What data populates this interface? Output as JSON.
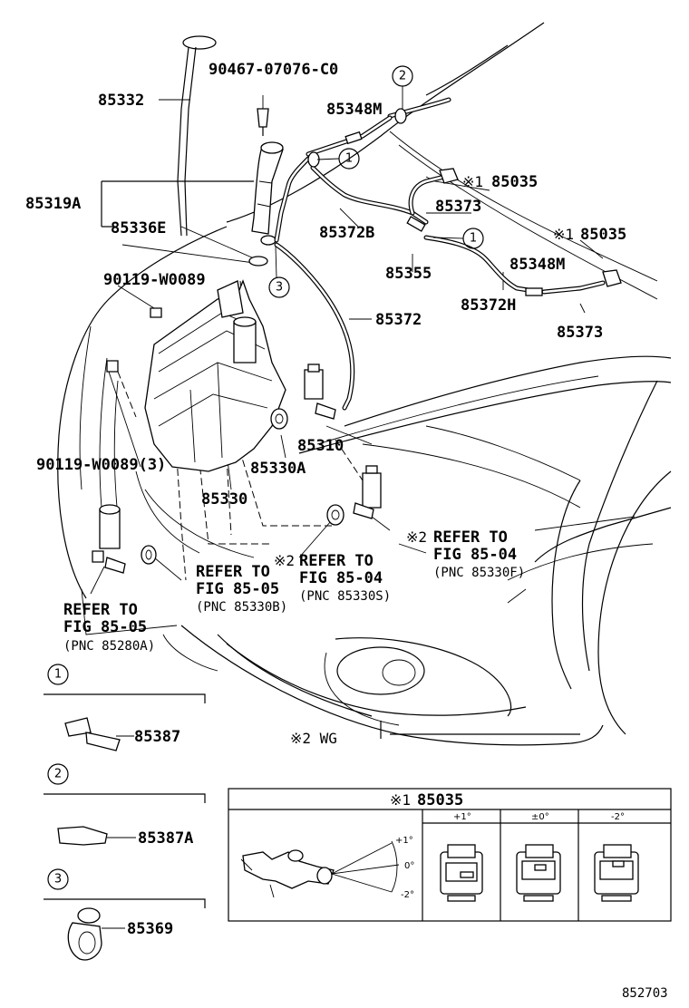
{
  "diagram": {
    "labels": {
      "p85332": "85332",
      "p90467": "90467-07076-C0",
      "p85319A": "85319A",
      "p85336E": "85336E",
      "p85348M_a": "85348M",
      "p85348M_b": "85348M",
      "p85035_a": "85035",
      "p85035_b": "85035",
      "p85373_a": "85373",
      "p85373_b": "85373",
      "p85372B": "85372B",
      "p85355": "85355",
      "p85372H": "85372H",
      "p85372": "85372",
      "p90119_a": "90119-W0089",
      "p90119_b": "90119-W0089(3)",
      "p85310": "85310",
      "p85330A": "85330A",
      "p85330": "85330",
      "ref_85330F": {
        "line1": "REFER TO",
        "line2": "FIG 85-04",
        "line3": "(PNC 85330F)",
        "note": "※2"
      },
      "ref_85330S": {
        "line1": "REFER TO",
        "line2": "FIG 85-04",
        "line3": "(PNC 85330S)",
        "note": "※2"
      },
      "ref_85330B": {
        "line1": "REFER TO",
        "line2": "FIG 85-05",
        "line3": "(PNC 85330B)"
      },
      "ref_85280A": {
        "line1": "REFER TO",
        "line2": "FIG 85-05",
        "line3": "(PNC 85280A)"
      },
      "mark1": "※1",
      "mark1b": "※1",
      "note_wg": "※2 WG",
      "circle1": "1",
      "circle2": "2",
      "circle3": "3"
    },
    "legend": {
      "items": [
        {
          "circle": "1",
          "part": "85387"
        },
        {
          "circle": "2",
          "part": "85387A"
        },
        {
          "circle": "3",
          "part": "85369"
        }
      ]
    },
    "inset": {
      "title_mark": "※1",
      "title_part": "85035",
      "columns": [
        "+1°",
        "±0°",
        "-2°"
      ],
      "angles": [
        "+1°",
        "0°",
        "-2°"
      ]
    },
    "figure_id": "852703"
  }
}
